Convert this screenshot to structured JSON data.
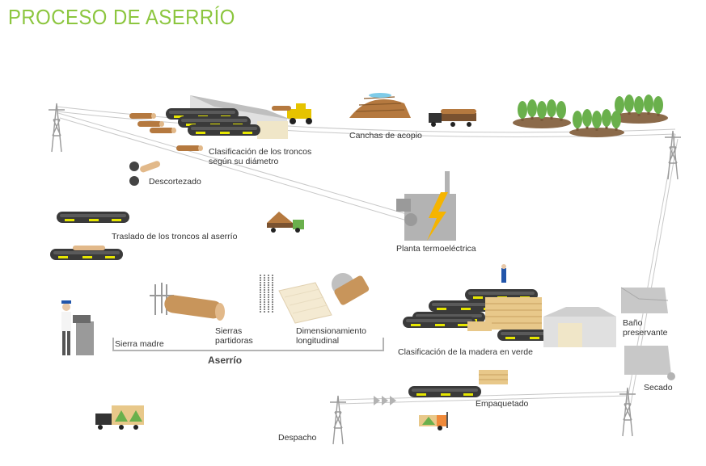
{
  "title": "PROCESO DE ASERRÍO",
  "colors": {
    "title": "#8cc63f",
    "tree": "#6ab04c",
    "wood": "#c8955b",
    "belt": "#3a3a3a",
    "light": "#e6e600",
    "gray": "#b3b3b3",
    "bolt": "#f5b400"
  },
  "labels": {
    "canchas": "Canchas de acopio",
    "clasificacion_troncos_1": "Clasificación de los troncos",
    "clasificacion_troncos_2": "según su diámetro",
    "descortezado": "Descortezado",
    "traslado": "Traslado de los troncos al aserrío",
    "planta": "Planta termoeléctrica",
    "sierra_madre": "Sierra madre",
    "sierras_1": "Sierras",
    "sierras_2": "partidoras",
    "dimensionamiento_1": "Dimensionamiento",
    "dimensionamiento_2": "longitudinal",
    "aserrio": "Aserrío",
    "clasificacion_madera": "Clasificación de la madera en verde",
    "bano_1": "Baño",
    "bano_2": "preservante",
    "secado": "Secado",
    "empaquetado": "Empaquetado",
    "despacho": "Despacho"
  }
}
